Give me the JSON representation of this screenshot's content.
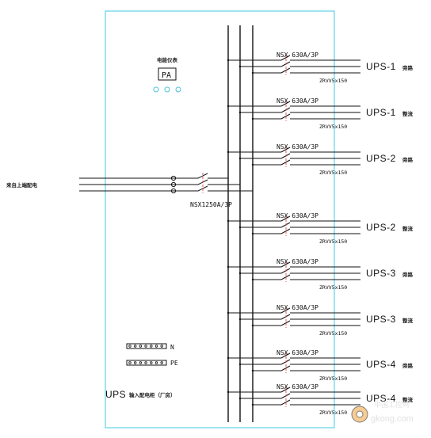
{
  "incoming_label": "来自上端配电",
  "main_breaker": "NSX1250A/3P",
  "meter": {
    "title": "电能仪表",
    "label": "PA"
  },
  "cabinet_title": {
    "prefix": "UPS",
    "text": "输入配电柜（厂房）"
  },
  "buses": {
    "neutral": "N",
    "earth": "PE"
  },
  "feeders": [
    {
      "breaker": "NSX 630A/3P",
      "cable": "ZRVV5x150",
      "target": "UPS-1",
      "type": "旁路"
    },
    {
      "breaker": "NSX 630A/3P",
      "cable": "ZRVV5x150",
      "target": "UPS-1",
      "type": "整流"
    },
    {
      "breaker": "NSX 630A/3P",
      "cable": "ZRVV5x150",
      "target": "UPS-2",
      "type": "旁路"
    },
    {
      "breaker": "NSX 630A/3P",
      "cable": "ZRVV5x150",
      "target": "UPS-2",
      "type": "整流"
    },
    {
      "breaker": "NSX 630A/3P",
      "cable": "ZRVV5x150",
      "target": "UPS-3",
      "type": "旁路"
    },
    {
      "breaker": "NSX 630A/3P",
      "cable": "ZRVV5x150",
      "target": "UPS-3",
      "type": "整流"
    },
    {
      "breaker": "NSX 630A/3P",
      "cable": "ZRVV5x150",
      "target": "UPS-4",
      "type": "旁路"
    },
    {
      "breaker": "NSX 630A/3P",
      "cable": "ZRVV5x150",
      "target": "UPS-4",
      "type": "整流"
    }
  ],
  "watermark": {
    "site": "gkong.com",
    "badge": "中国工控网"
  },
  "colors": {
    "line": "#111111",
    "frame": "#5fd3e6",
    "breaker": "#e05a5a",
    "meter": "#49c3d8"
  }
}
